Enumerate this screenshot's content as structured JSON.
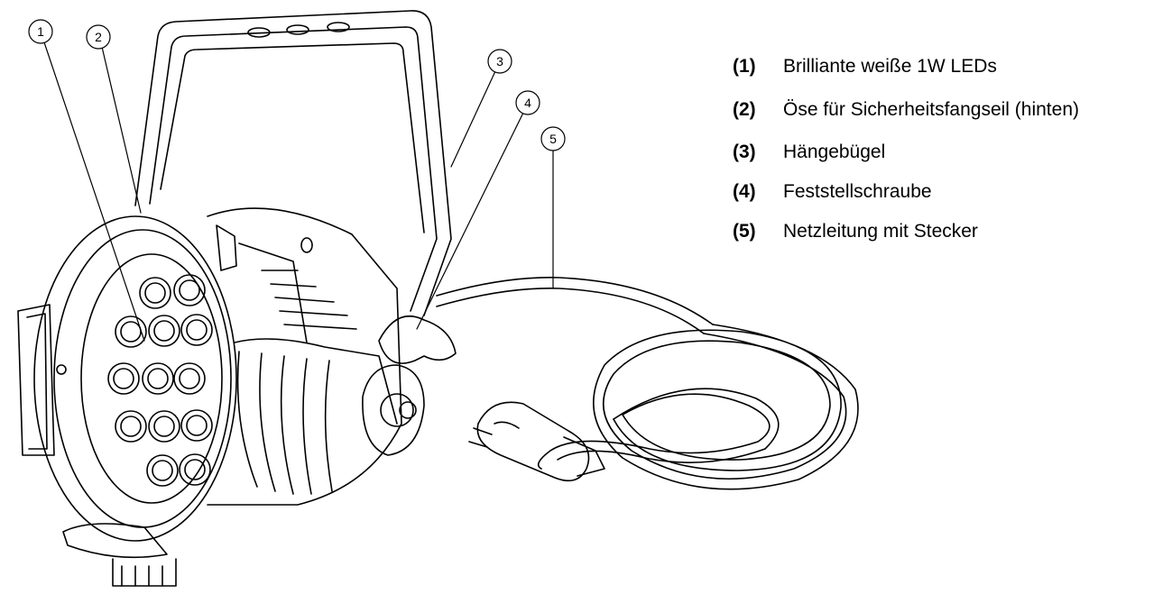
{
  "callouts": [
    {
      "number": "1"
    },
    {
      "number": "2"
    },
    {
      "number": "3"
    },
    {
      "number": "4"
    },
    {
      "number": "5"
    }
  ],
  "legend": [
    {
      "number": "(1)",
      "text": "Brilliante weiße 1W LEDs"
    },
    {
      "number": "(2)",
      "text": "Öse für Sicherheitsfangseil (hinten)"
    },
    {
      "number": "(3)",
      "text": "Hängebügel"
    },
    {
      "number": "(4)",
      "text": "Feststellschraube"
    },
    {
      "number": "(5)",
      "text": "Netzleitung mit Stecker"
    }
  ]
}
